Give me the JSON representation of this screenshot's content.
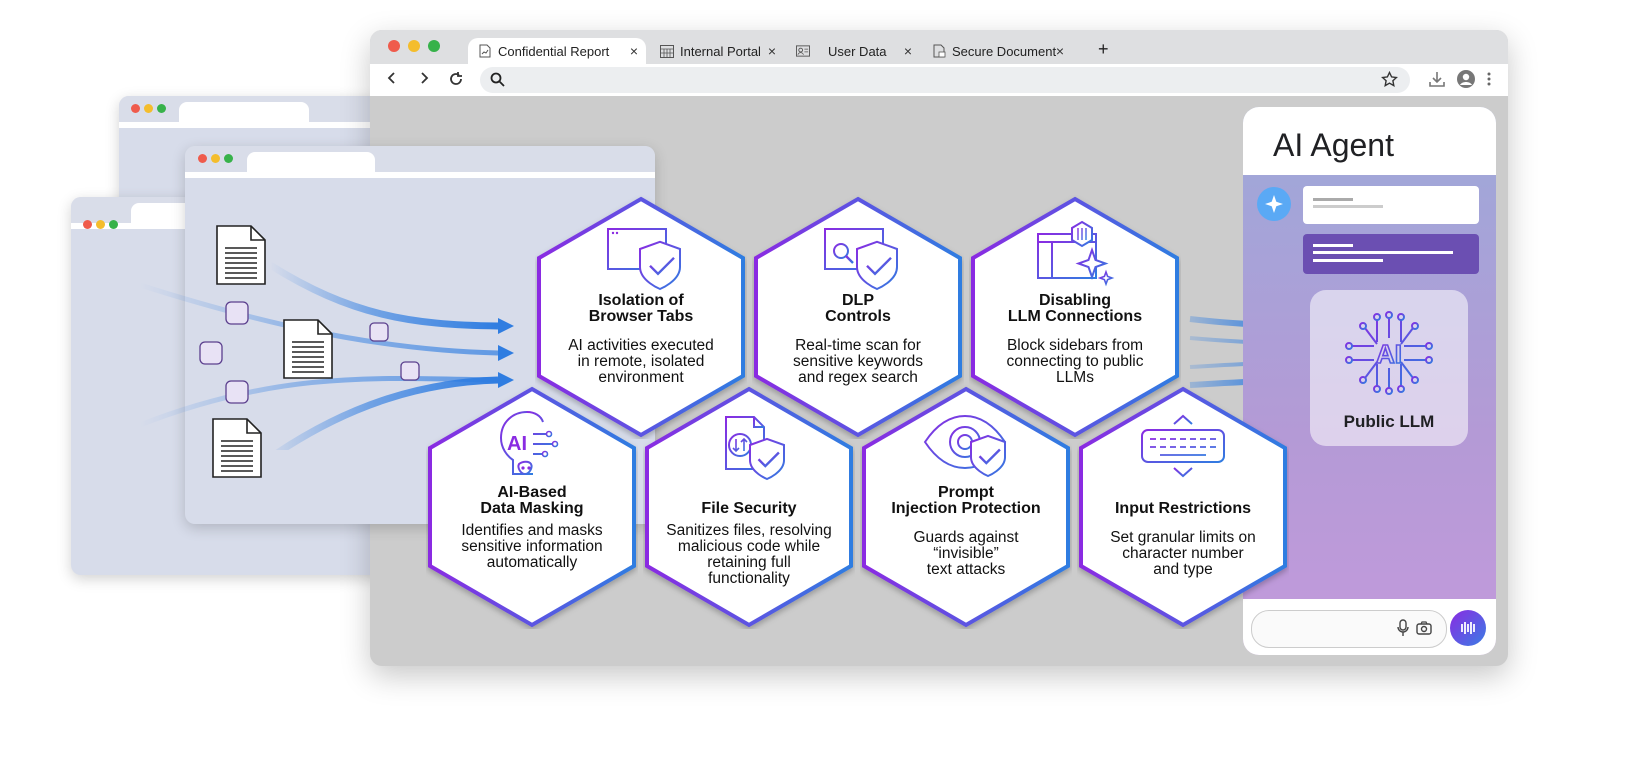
{
  "browser": {
    "tabs": [
      {
        "label": "Confidential Report",
        "icon": "document-chart-icon",
        "active": true
      },
      {
        "label": "Internal Portal",
        "icon": "calendar-grid-icon",
        "active": false
      },
      {
        "label": "User Data",
        "icon": "id-card-icon",
        "active": false
      },
      {
        "label": "Secure Document",
        "icon": "secure-doc-icon",
        "active": false
      }
    ],
    "new_tab_label": "+",
    "close_label": "×"
  },
  "agent": {
    "title": "AI Agent",
    "llm_label": "Public LLM"
  },
  "features": [
    {
      "title1": "Isolation of",
      "title2": "Browser Tabs",
      "desc": [
        "AI activities executed",
        "in remote, isolated",
        "environment"
      ],
      "icon": "isolated-browser-shield-icon"
    },
    {
      "title1": "DLP",
      "title2": "Controls",
      "desc": [
        "Real-time scan for",
        "sensitive keywords",
        "and regex search"
      ],
      "icon": "search-shield-icon"
    },
    {
      "title1": "Disabling",
      "title2": "LLM Connections",
      "desc": [
        "Block sidebars from",
        "connecting to public",
        "LLMs"
      ],
      "icon": "sidebar-sparkle-icon"
    },
    {
      "title1": "AI-Based",
      "title2": "Data Masking",
      "desc": [
        "Identifies and masks",
        "sensitive information",
        "automatically"
      ],
      "icon": "ai-brain-mask-icon"
    },
    {
      "title1": "",
      "title2": "File Security",
      "desc": [
        "Sanitizes files, resolving",
        "malicious code while",
        "retaining full",
        "functionality"
      ],
      "icon": "file-sync-shield-icon"
    },
    {
      "title1": "Prompt",
      "title2": "Injection Protection",
      "desc": [
        "Guards against",
        "“invisible”",
        "text attacks"
      ],
      "icon": "eye-shield-icon"
    },
    {
      "title1": "",
      "title2": "Input Restrictions",
      "desc": [
        "Set granular limits on",
        "character number",
        "and type"
      ],
      "icon": "keyboard-limit-icon"
    }
  ],
  "colors": {
    "hex_border_start": "#8a2be2",
    "hex_border_end": "#2f7de1",
    "arrow": "#2f7de1",
    "panel_bubble": "#6b4fb2"
  }
}
